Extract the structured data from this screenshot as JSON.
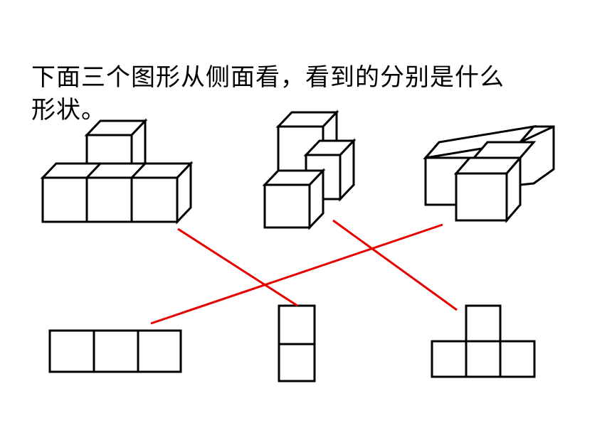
{
  "question": {
    "line1": "下面三个图形从侧面看，看到的分别是什么",
    "line2": "形状。"
  },
  "colors": {
    "connector": "#e60000",
    "stroke": "#000000"
  },
  "figures_3d": [
    {
      "id": "t-shape-blocks",
      "cubes": 4
    },
    {
      "id": "stacked-blocks",
      "cubes": 3
    },
    {
      "id": "l-shape-blocks",
      "cubes": 3
    }
  ],
  "side_views": [
    {
      "id": "row-of-three",
      "squares": 3
    },
    {
      "id": "column-of-two",
      "squares": 2
    },
    {
      "id": "t-shape",
      "squares": 4
    }
  ],
  "matches": [
    {
      "from": "t-shape-blocks",
      "to": "column-of-two"
    },
    {
      "from": "stacked-blocks",
      "to": "t-shape"
    },
    {
      "from": "l-shape-blocks",
      "to": "row-of-three"
    }
  ]
}
